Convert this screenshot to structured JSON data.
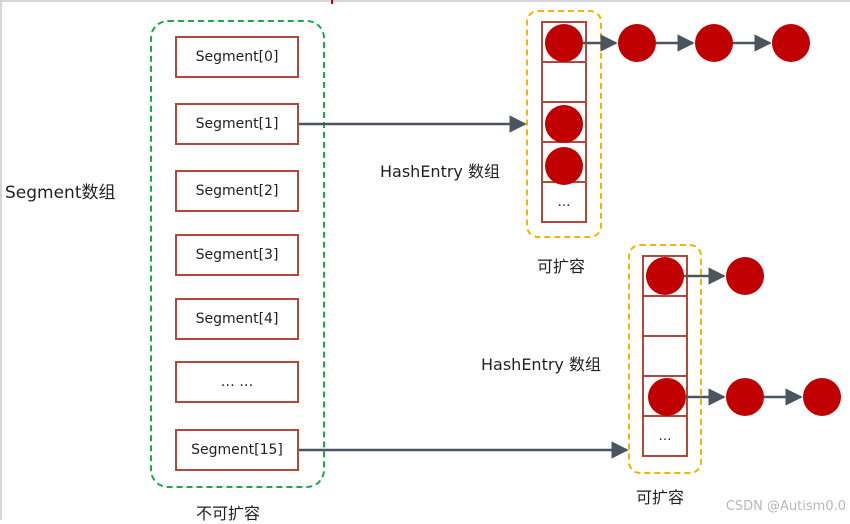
{
  "labels": {
    "segment_array": "Segment数组",
    "not_expandable": "不可扩容",
    "hashentry_array_1": "HashEntry 数组",
    "hashentry_array_2": "HashEntry 数组",
    "expandable_1": "可扩容",
    "expandable_2": "可扩容"
  },
  "segments": [
    "Segment[0]",
    "Segment[1]",
    "Segment[2]",
    "Segment[3]",
    "Segment[4]",
    "… …",
    "Segment[15]"
  ],
  "table1": {
    "ellipsis": "…"
  },
  "table2": {
    "ellipsis": "…"
  },
  "watermark": "CSDN @Autism0.0",
  "colors": {
    "segment_group_border": "#1aaa4a",
    "table_group_border": "#f4b400",
    "box_border": "#b0493a",
    "node_fill": "#c00000",
    "arrow": "#4a5560"
  }
}
